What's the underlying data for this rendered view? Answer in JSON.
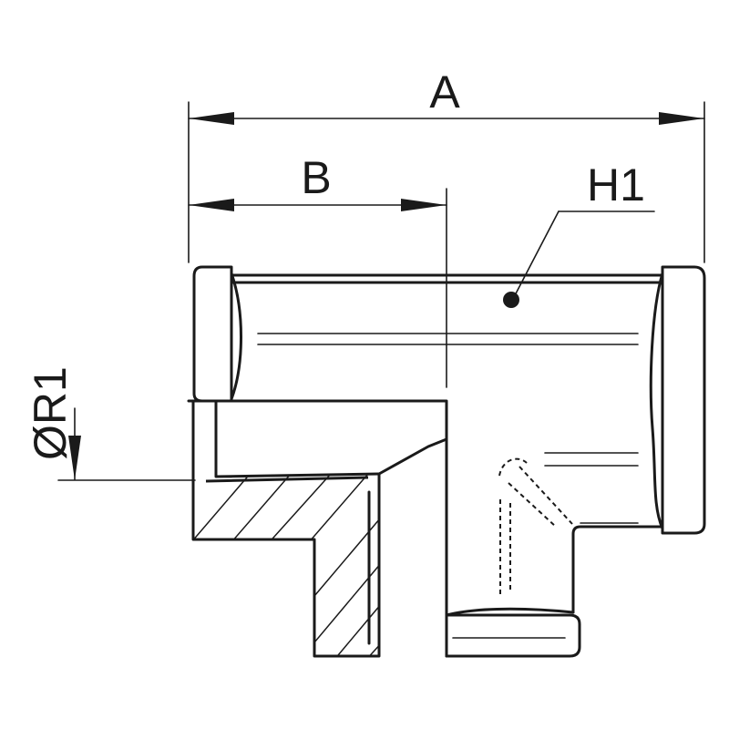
{
  "labels": {
    "dim_a": "A",
    "dim_b": "B",
    "thread_note": "H1",
    "diameter": "ØR1"
  },
  "colors": {
    "line": "#1a1a1a",
    "background": "#ffffff"
  }
}
